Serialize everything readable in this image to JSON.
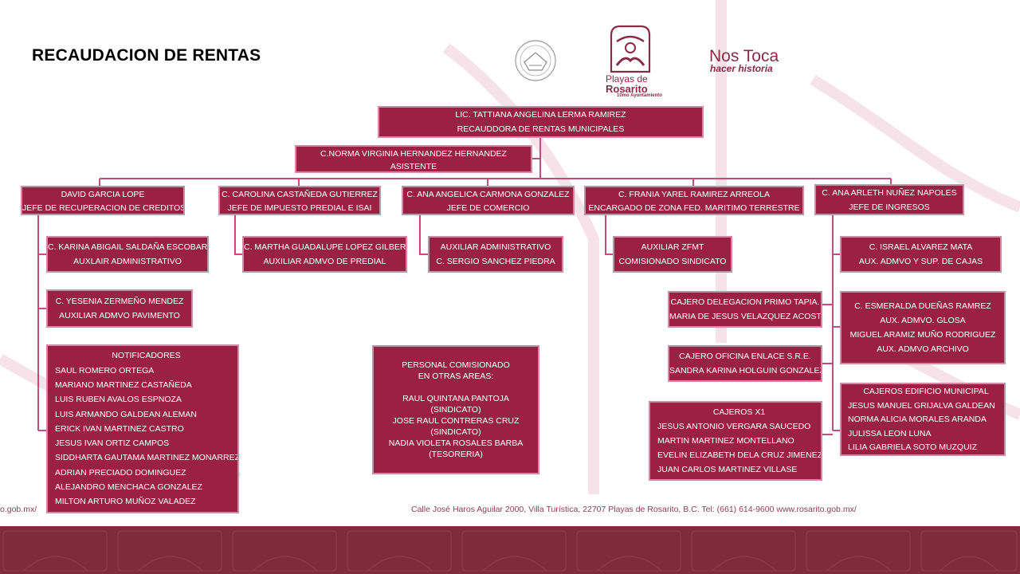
{
  "header": {
    "title": "RECAUDACION DE RENTAS",
    "city_logo": {
      "line1": "Playas de",
      "line2": "Rosarito",
      "line3": "10mo Ayuntamiento"
    },
    "slogan": {
      "line1": "Nos Toca",
      "line2": "hacer historia"
    }
  },
  "chart": {
    "head": [
      "LIC. TATTIANA ANGELINA LERMA RAMIREZ",
      "RECAUDDORA DE RENTAS MUNICIPALES"
    ],
    "assistant": [
      "C.NORMA VIRGINIA HERNANDEZ HERNANDEZ",
      "ASISTENTE"
    ],
    "depts": [
      [
        "DAVID GARCIA LOPE",
        "JEFE DE RECUPERACION DE CREDITOS"
      ],
      [
        "C. CAROLINA CASTAÑEDA GUTIERREZ",
        "JEFE DE IMPUESTO PREDIAL E ISAI"
      ],
      [
        "C. ANA ANGELICA CARMONA GONZALEZ",
        "JEFE DE COMERCIO"
      ],
      [
        "C. FRANIA YAREL RAMIREZ ARREOLA",
        "ENCARGADO DE ZONA FED.  MARITIMO TERRESTRE"
      ],
      [
        "C. ANA ARLETH NUÑEZ NAPOLES",
        "JEFE DE INGRESOS"
      ]
    ],
    "cred_sub1": [
      "C. KARINA ABIGAIL SALDAÑA ESCOBAR.",
      "AUXLAIR ADMINISTRATIVO"
    ],
    "cred_sub2": [
      "C. YESENIA ZERMEÑO MENDEZ",
      "AUXILIAR ADMVO PAVIMENTO"
    ],
    "notificadores_title": "NOTIFICADORES",
    "notificadores": [
      "SAUL ROMERO ORTEGA",
      "MARIANO MARTINEZ CASTAÑEDA",
      "LUIS RUBEN AVALOS ESPNOZA",
      "LUIS ARMANDO GALDEAN ALEMAN",
      "ERICK IVAN MARTINEZ CASTRO",
      "JESUS IVAN ORTIZ CAMPOS",
      "SIDDHARTA GAUTAMA MARTINEZ MONARREZ",
      "ADRIAN PRECIADO DOMINGUEZ",
      "ALEJANDRO MENCHACA GONZALEZ",
      "MILTON ARTURO MUÑOZ VALADEZ"
    ],
    "predial_sub": [
      "C. MARTHA GUADALUPE LOPEZ GILBERT.",
      "AUXILIAR ADMVO DE PREDIAL"
    ],
    "comercio_sub": [
      "AUXILIAR ADMINISTRATIVO",
      "C. SERGIO SANCHEZ PIEDRA"
    ],
    "comisionado": [
      "PERSONAL COMISIONADO",
      "EN OTRAS AREAS:",
      "",
      "RAUL QUINTANA PANTOJA",
      "(SINDICATO)",
      "JOSE RAUL CONTRERAS CRUZ",
      "(SINDICATO)",
      "NADIA VIOLETA ROSALES BARBA",
      "(TESORERIA)"
    ],
    "zona_sub": [
      "AUXILIAR ZFMT",
      "COMISIONADO SINDICATO"
    ],
    "primo_tapia": [
      "CAJERO DELEGACION PRIMO TAPIA.",
      "MARIA DE JESUS VELAZQUEZ ACOSTA"
    ],
    "enlace_sre": [
      "CAJERO OFICINA ENLACE S.R.E.",
      "SANDRA KARINA HOLGUIN GONZALEZ"
    ],
    "cajeros_x1_title": "CAJEROS X1",
    "cajeros_x1": [
      "JESUS ANTONIO VERGARA SAUCEDO",
      "MARTIN  MARTINEZ MONTELLANO",
      "EVELIN ELIZABETH DELA CRUZ  JIMENEZ",
      "JUAN CARLOS  MARTINEZ VILLASE"
    ],
    "ingresos_sub1": [
      "C. ISRAEL ALVAREZ MATA",
      "AUX. ADMVO Y SUP. DE CAJAS"
    ],
    "ingresos_sub2": [
      "C. ESMERALDA DUEÑAS RAMREZ",
      "AUX. ADMVO. GLOSA",
      "MIGUEL ARAMIZ MUÑO RODRIGUEZ",
      "AUX. ADMVO ARCHIVO"
    ],
    "edificio_title": "CAJEROS EDIFICIO MUNICIPAL",
    "edificio": [
      "JESUS MANUEL GRIJALVA GALDEAN",
      "NORMA ALICIA MORALES ARANDA",
      "JULISSA LEON LUNA",
      "LILIA GABRIELA SOTO MUZQUIZ"
    ]
  },
  "footer": {
    "address": "Calle José Haros Aguilar 2000, Villa Turística, 22707 Playas de Rosarito, B.C. Tel: (661) 614-9600  www.rosarito.gob.mx/",
    "left_fragment": "o.gob.mx/"
  },
  "colors": {
    "box_fill": "#9a2143",
    "box_border": "#cf8aa6",
    "connector": "#c0507a",
    "band": "#7e2b3a"
  }
}
